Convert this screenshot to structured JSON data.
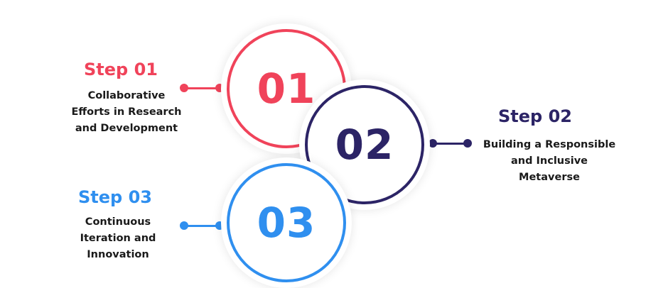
{
  "colors": {
    "step1": "#f0435a",
    "step2": "#2c2466",
    "step3": "#2f8fef"
  },
  "steps": [
    {
      "number": "01",
      "title": "Step 01",
      "description": "Collaborative\nEfforts in Research\nand Development"
    },
    {
      "number": "02",
      "title": "Step 02",
      "description": "Building a Responsible\nand Inclusive\nMetaverse"
    },
    {
      "number": "03",
      "title": "Step 03",
      "description": "Continuous\nIteration and\nInnovation"
    }
  ]
}
